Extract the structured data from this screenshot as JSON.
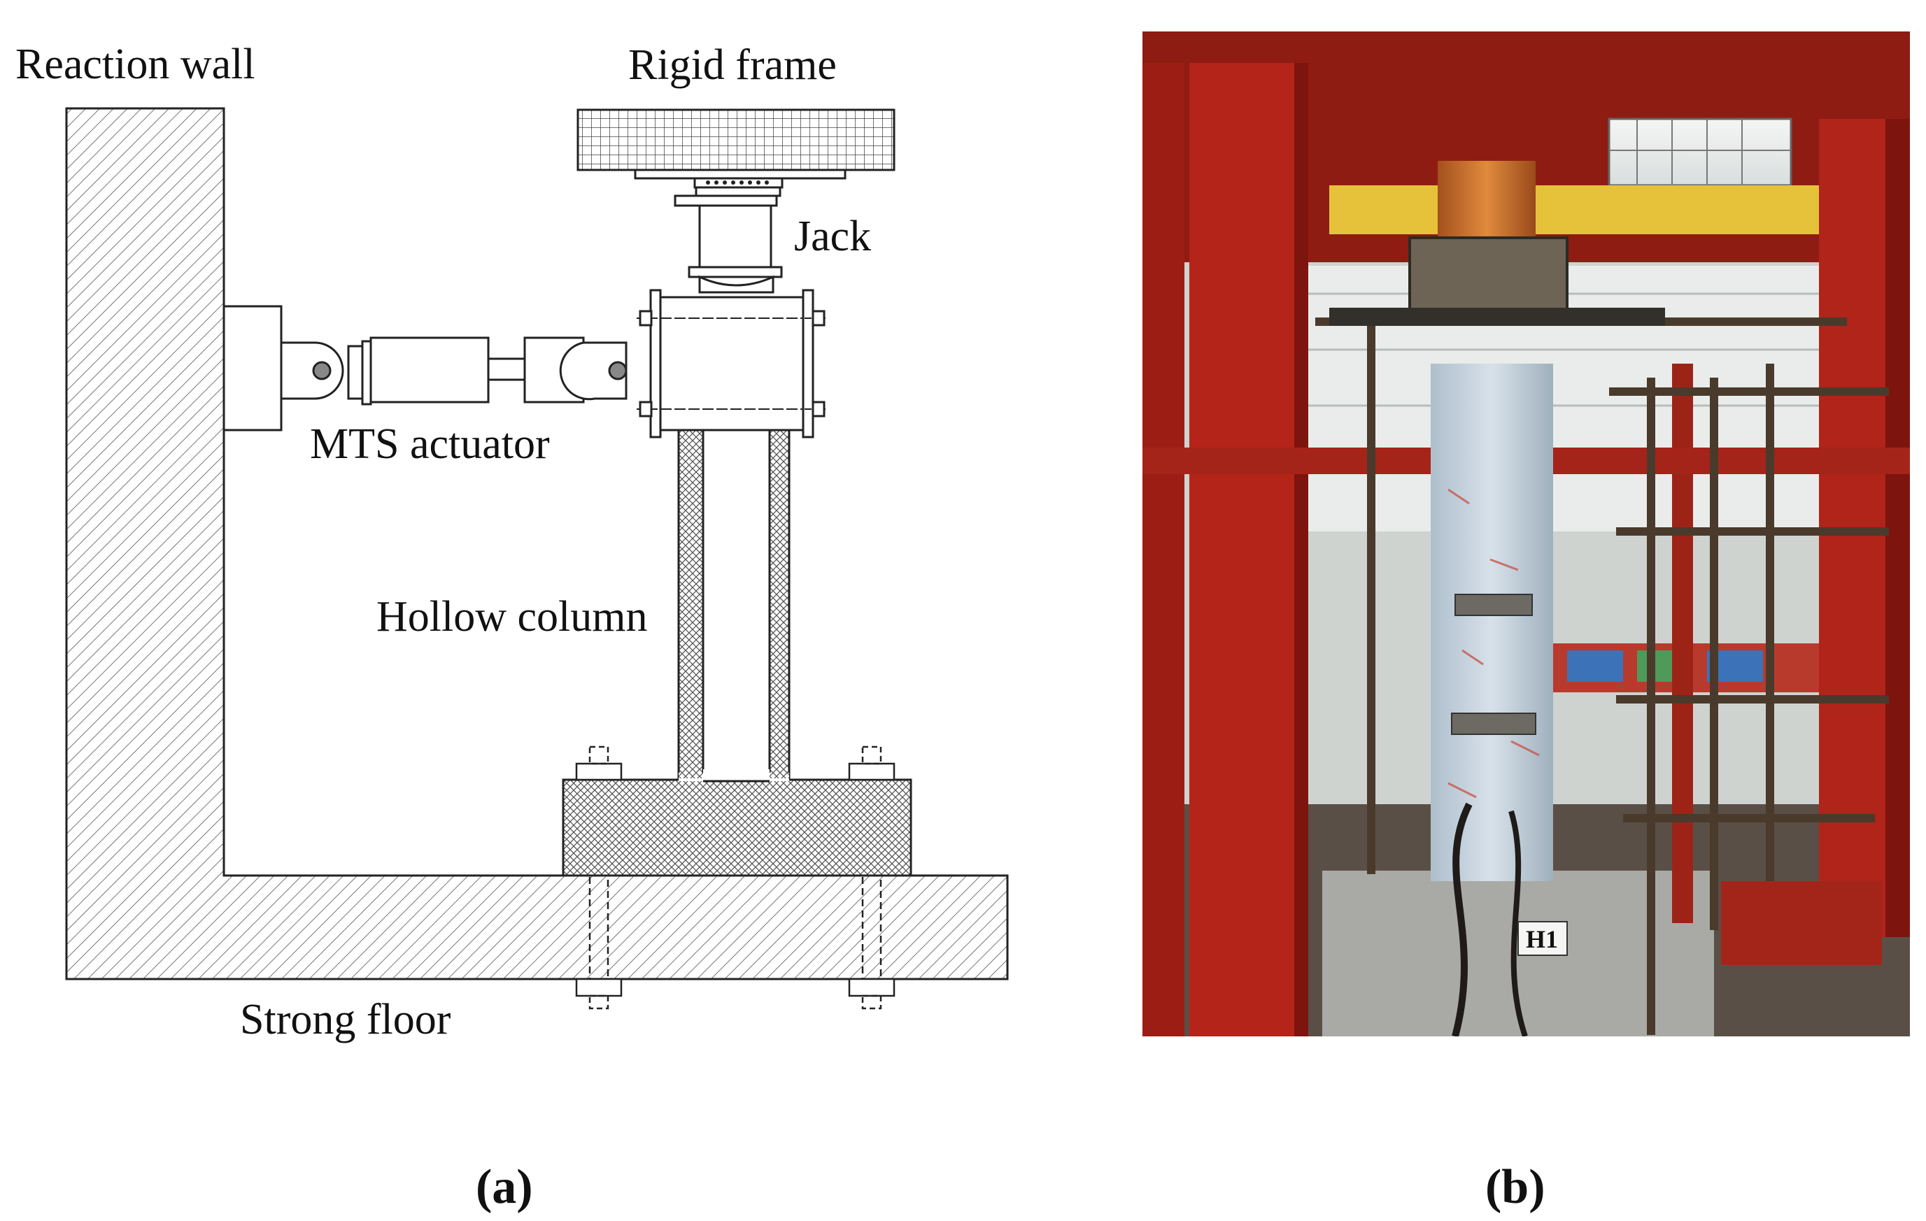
{
  "figure": {
    "panel_a": {
      "caption": "(a)",
      "labels": {
        "reaction_wall": "Reaction wall",
        "rigid_frame": "Rigid frame",
        "jack": "Jack",
        "mts_actuator": "MTS actuator",
        "hollow_column": "Hollow column",
        "strong_floor": "Strong floor"
      }
    },
    "panel_b": {
      "caption": "(b)",
      "specimen_tag": "H1"
    }
  }
}
